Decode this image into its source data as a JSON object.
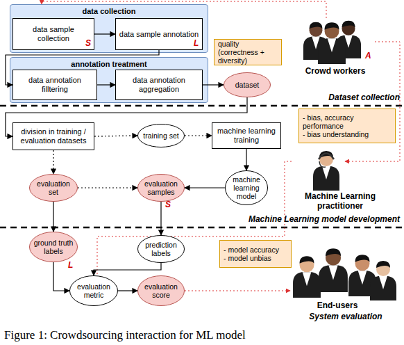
{
  "diagram": {
    "caption": "Figure 1: Crowdsourcing interaction for ML model",
    "nodes": [
      {
        "text": [
          "data collection"
        ]
      },
      {
        "text": [
          "data sample collection",
          "S"
        ],
        "in": 0
      },
      {
        "text": [
          "data sample annotation",
          "L"
        ],
        "in": 0
      },
      {
        "text": [
          "annotation treatment"
        ]
      },
      {
        "text": [
          "data annotation filltering"
        ],
        "in": 3
      },
      {
        "text": [
          "data annotation aggregation"
        ],
        "in": 3
      },
      {
        "text": [
          "dataset"
        ]
      },
      {
        "text": [
          "quality (correctness + diversity)"
        ]
      },
      {
        "text": [
          "division in training / evaluation datasets"
        ]
      },
      {
        "text": [
          "training set"
        ]
      },
      {
        "text": [
          "machine learning training"
        ]
      },
      {
        "text": [
          "- bias, accuracy performance",
          "- bias understanding"
        ]
      },
      {
        "text": [
          "evaluation set"
        ]
      },
      {
        "text": [
          "evaluation samples",
          "S"
        ]
      },
      {
        "text": [
          "machine learning model"
        ]
      },
      {
        "text": [
          "ground truth labels",
          "L"
        ]
      },
      {
        "text": [
          "prediction labels"
        ]
      },
      {
        "text": [
          "- model accuracy",
          "- model unbias"
        ]
      },
      {
        "text": [
          "evaluation metric"
        ]
      },
      {
        "text": [
          "evaluation score"
        ]
      }
    ],
    "edges": [
      {
        "from": 1,
        "to": 2,
        "arrow": "to"
      },
      {
        "from": 2,
        "to": 4,
        "arrow": "to"
      },
      {
        "from": 4,
        "to": 5,
        "arrow": "to"
      },
      {
        "from": 5,
        "to": 6,
        "arrow": "to"
      },
      {
        "from": 6,
        "to": 8,
        "arrow": "to"
      },
      {
        "from": 8,
        "to": 9,
        "arrow": "to"
      },
      {
        "from": 9,
        "to": 10,
        "arrow": "to"
      },
      {
        "from": 10,
        "to": 14,
        "arrow": "to"
      },
      {
        "from": 8,
        "to": 12,
        "arrow": "to"
      },
      {
        "from": 12,
        "to": 13,
        "arrow": "to"
      },
      {
        "from": 14,
        "to": 13,
        "arrow": "to"
      },
      {
        "from": 13,
        "to": 16,
        "arrow": "to"
      },
      {
        "from": 12,
        "to": 15,
        "arrow": "to"
      },
      {
        "from": 15,
        "to": 18,
        "arrow": "to"
      },
      {
        "from": 16,
        "to": 18,
        "arrow": "to"
      },
      {
        "from": 18,
        "to": 19,
        "arrow": "to"
      }
    ],
    "labels": [
      "Dataset collection",
      "Crowd workers",
      "A",
      "Machine Learning practitioner",
      "Machine Learning model development",
      "End-users",
      "System evaluation"
    ]
  }
}
